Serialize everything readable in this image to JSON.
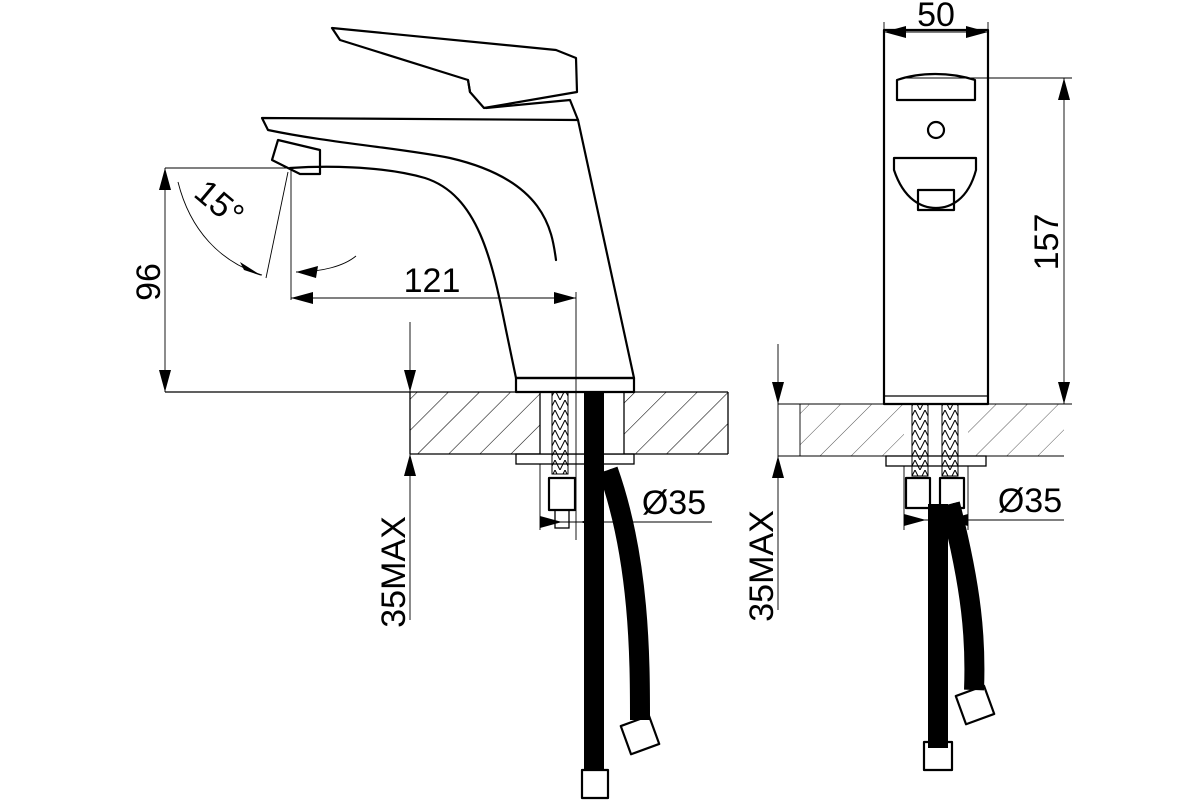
{
  "dimensions": {
    "spout_height": "96",
    "spout_reach": "121",
    "spout_angle": "15°",
    "body_width": "50",
    "overall_height": "157",
    "hole_diameter_side": "Ø35",
    "hole_diameter_front": "Ø35",
    "counter_thickness_side": "35MAX",
    "counter_thickness_front": "35MAX"
  }
}
